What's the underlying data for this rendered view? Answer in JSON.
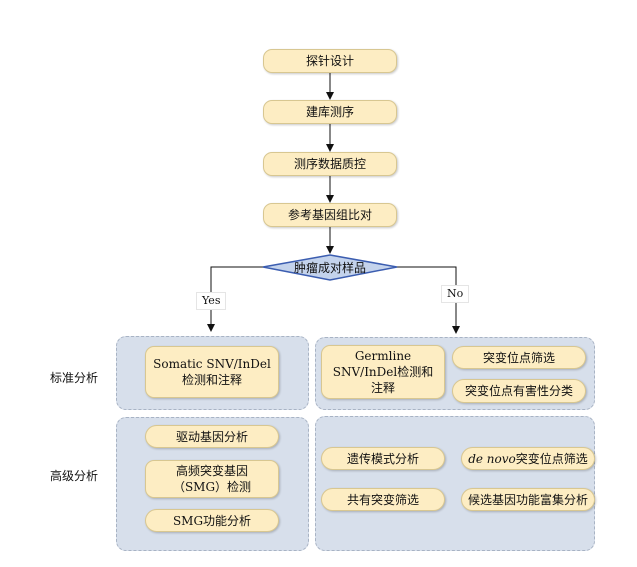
{
  "steps": {
    "probe_design": "探针设计",
    "library_sequencing": "建库测序",
    "qc": "测序数据质控",
    "alignment": "参考基因组比对"
  },
  "decision": {
    "label": "肿瘤成对样品",
    "yes_label": "Yes",
    "no_label": "No"
  },
  "sections": {
    "standard": "标准分析",
    "advanced": "高级分析"
  },
  "somatic": {
    "snv_indel": "Somatic SNV/InDel检测和注释",
    "driver_genes": "驱动基因分析",
    "smg_detection": "高频突变基因（SMG）检测",
    "smg_function": "SMG功能分析"
  },
  "germline": {
    "snv_indel": "Germline SNV/InDel检测和注释",
    "site_filter": "突变位点筛选",
    "harmful_class": "突变位点有害性分类",
    "inheritance": "遗传模式分析",
    "de_novo_italic": "de novo",
    "de_novo_rest": "突变位点筛选",
    "shared_filter": "共有突变筛选",
    "candidate_enrichment": "候选基因功能富集分析"
  },
  "colors": {
    "node_fill": "#fdedc3",
    "node_border": "#d8c791",
    "decision_fill": "#c4d3ec",
    "decision_border": "#3b5db0",
    "group_fill": "#d7dfeb",
    "group_border": "#a8b3c4"
  }
}
